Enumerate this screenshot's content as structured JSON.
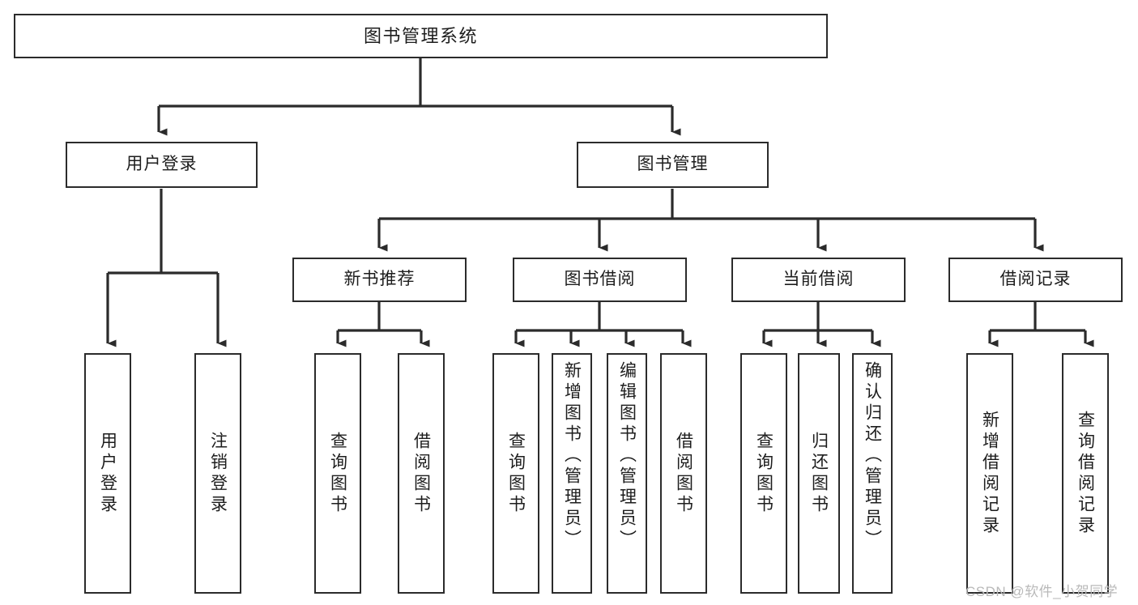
{
  "diagram": {
    "title": "图书管理系统",
    "type": "tree-hierarchy-chart",
    "background_color": "#ffffff",
    "stroke_color": "#2b2b2b",
    "text_color": "#1d1d1d"
  },
  "nodes": {
    "root": {
      "label": "图书管理系统",
      "level": 1
    },
    "user_login": {
      "label": "用户登录",
      "level": 2
    },
    "book_manage": {
      "label": "图书管理",
      "level": 2
    },
    "new_book_rec": {
      "label": "新书推荐",
      "level": 3
    },
    "book_borrow": {
      "label": "图书借阅",
      "level": 3
    },
    "current_borrow": {
      "label": "当前借阅",
      "level": 3
    },
    "borrow_record": {
      "label": "借阅记录",
      "level": 3
    },
    "leaf_user_login": {
      "label": "用户登录",
      "level": 4
    },
    "leaf_logout": {
      "label": "注销登录",
      "level": 4
    },
    "leaf_query_book_1": {
      "label": "查询图书",
      "level": 4
    },
    "leaf_borrow_book_1": {
      "label": "借阅图书",
      "level": 4
    },
    "leaf_query_book_2": {
      "label": "查询图书",
      "level": 4
    },
    "leaf_add_book": {
      "label": "新增图书（管理员）",
      "level": 4
    },
    "leaf_edit_book": {
      "label": "编辑图书（管理员）",
      "level": 4
    },
    "leaf_borrow_book_2": {
      "label": "借阅图书",
      "level": 4
    },
    "leaf_query_book_3": {
      "label": "查询图书",
      "level": 4
    },
    "leaf_return_book": {
      "label": "归还图书",
      "level": 4
    },
    "leaf_confirm_return": {
      "label": "确认归还（管理员）",
      "level": 4
    },
    "leaf_add_record": {
      "label": "新增借阅记录",
      "level": 4
    },
    "leaf_query_record": {
      "label": "查询借阅记录",
      "level": 4
    }
  },
  "watermark": {
    "text": "CSDN @软件_小贺同学",
    "color": "#b9b9b9"
  }
}
